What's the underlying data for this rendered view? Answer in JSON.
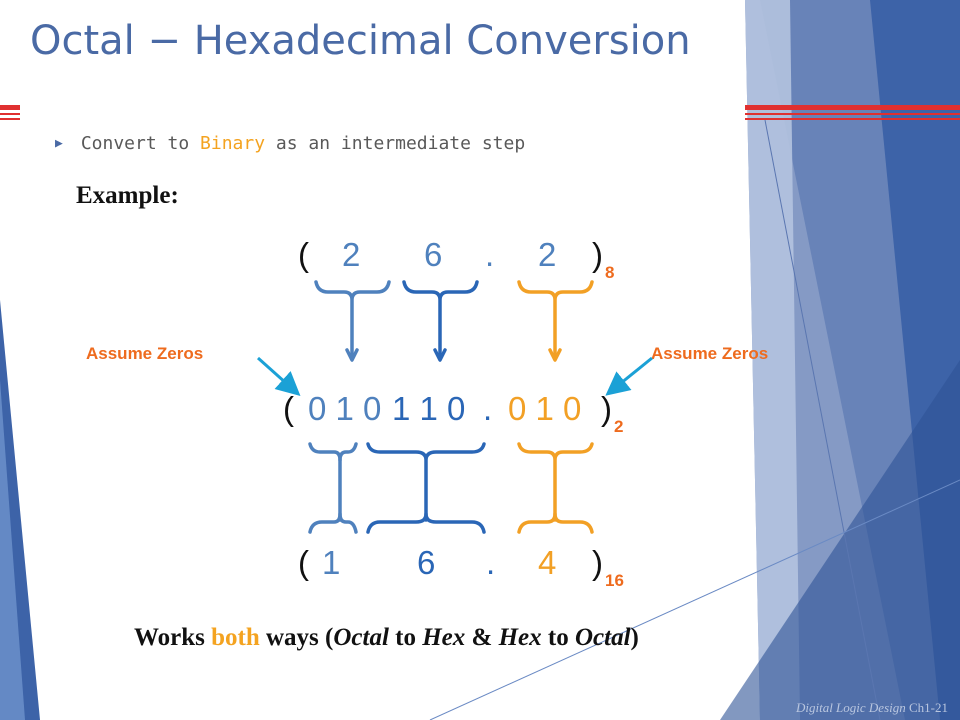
{
  "title": "Octal − Hexadecimal Conversion",
  "bullet": {
    "before": "Convert to ",
    "highlight": "Binary",
    "after": " as an intermediate step"
  },
  "example_label": "Example:",
  "octal": {
    "d1": "2",
    "d2": "6",
    "dot": ".",
    "d3": "2",
    "base": "8"
  },
  "binary": {
    "g1": "0 1 0",
    "g2": "1 1 0",
    "dot": ".",
    "g3": "0 1 0",
    "base": "2"
  },
  "hex": {
    "d1": "1",
    "d2": "6",
    "dot": ".",
    "d3": "4",
    "base": "16"
  },
  "annotations": {
    "left": "Assume Zeros",
    "right": "Assume Zeros"
  },
  "footer": {
    "t1": "Works ",
    "both": "both",
    "t2": " ways (",
    "octal": "Octal",
    "t3": " to ",
    "hex": "Hex",
    "t4": " & ",
    "hex2": "Hex",
    "t5": " to ",
    "octal2": "Octal",
    "t6": ")"
  },
  "slide_footer": {
    "course": "Digital Logic Design",
    "page": "Ch1-21"
  },
  "colors": {
    "title": "#4a6aa5",
    "brace_group1": "#4f81bd",
    "brace_group2": "#2a66b6",
    "brace_group3": "#f2a025",
    "annotation": "#ee6b1e",
    "arrow": "#1ba1d6",
    "highlight": "#f4a320",
    "accent_red": "#e03030"
  }
}
